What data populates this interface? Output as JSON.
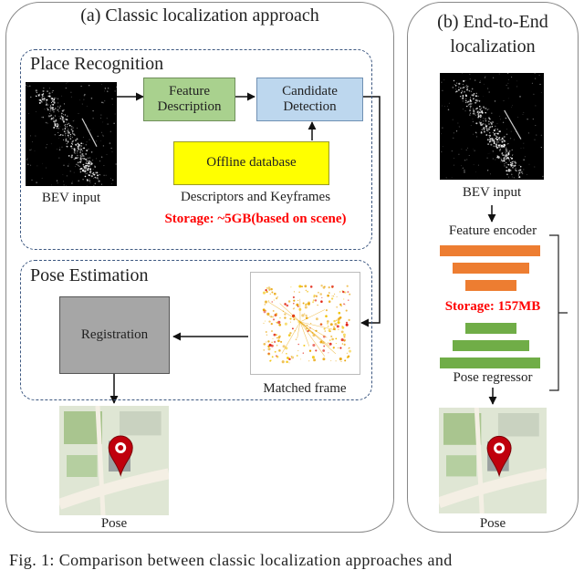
{
  "panel_a": {
    "title": "(a) Classic localization approach",
    "place_recognition": {
      "title": "Place Recognition",
      "bev_label": "BEV input",
      "feature_description": [
        "Feature",
        "Description"
      ],
      "candidate_detection": [
        "Candidate",
        "Detection"
      ],
      "offline_database": "Offline database",
      "descriptors_label": "Descriptors and Keyframes",
      "storage": "Storage: ~5GB(based on scene)"
    },
    "pose_estimation": {
      "title": "Pose Estimation",
      "registration": "Registration",
      "matched_frame": "Matched frame"
    },
    "pose_label": "Pose"
  },
  "panel_b": {
    "title_line1": "(b) End-to-End",
    "title_line2": "localization",
    "bev_label": "BEV input",
    "feature_encoder": "Feature encoder",
    "storage": "Storage: 157MB",
    "pose_regressor": "Pose regressor",
    "pose_label": "Pose"
  },
  "caption": "Fig. 1: Comparison between classic localization approaches and",
  "colors": {
    "feature_description_fill": "#a9d18e",
    "candidate_detection_fill": "#bdd7ee",
    "offline_database_fill": "#ffff00",
    "registration_fill": "#a6a6a6",
    "encoder_bar": "#ed7d31",
    "regressor_bar": "#70ad47",
    "storage_text": "#ff0000",
    "map_pin": "#c0000d"
  }
}
